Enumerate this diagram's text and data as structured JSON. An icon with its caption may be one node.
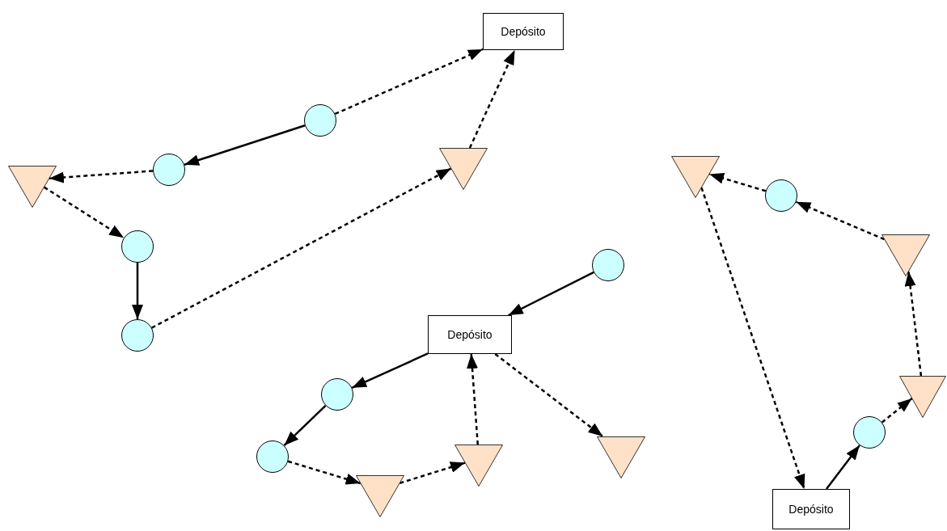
{
  "diagram": {
    "nodes": [
      {
        "text": [
          "Depósito"
        ]
      },
      {
        "text": [],
        "shape": "circle"
      },
      {
        "text": [],
        "shape": "circle"
      },
      {
        "text": [],
        "shape": "triangle"
      },
      {
        "text": [],
        "shape": "circle"
      },
      {
        "text": [],
        "shape": "circle"
      },
      {
        "text": [],
        "shape": "triangle"
      },
      {
        "text": [],
        "shape": "circle"
      },
      {
        "text": [
          "Depósito"
        ]
      },
      {
        "text": [],
        "shape": "circle"
      },
      {
        "text": [],
        "shape": "circle"
      },
      {
        "text": [],
        "shape": "triangle"
      },
      {
        "text": [],
        "shape": "triangle"
      },
      {
        "text": [],
        "shape": "triangle"
      },
      {
        "text": [],
        "shape": "triangle"
      },
      {
        "text": [],
        "shape": "circle"
      },
      {
        "text": [],
        "shape": "triangle"
      },
      {
        "text": [],
        "shape": "triangle"
      },
      {
        "text": [],
        "shape": "circle"
      },
      {
        "text": [
          "Depósito"
        ]
      }
    ],
    "edges": [
      {
        "from": 1,
        "to": 0,
        "arrow": "to",
        "style": "dashed"
      },
      {
        "from": 1,
        "to": 2,
        "arrow": "to"
      },
      {
        "from": 2,
        "to": 3,
        "arrow": "to",
        "style": "dashed"
      },
      {
        "from": 3,
        "to": 4,
        "arrow": "to",
        "style": "dashed"
      },
      {
        "from": 4,
        "to": 5,
        "arrow": "to"
      },
      {
        "from": 5,
        "to": 6,
        "arrow": "to",
        "style": "dashed"
      },
      {
        "from": 6,
        "to": 0,
        "arrow": "to",
        "style": "dashed"
      },
      {
        "from": 7,
        "to": 8,
        "arrow": "to"
      },
      {
        "from": 8,
        "to": 9,
        "arrow": "to"
      },
      {
        "from": 9,
        "to": 10,
        "arrow": "to"
      },
      {
        "from": 10,
        "to": 11,
        "arrow": "to",
        "style": "dashed"
      },
      {
        "from": 11,
        "to": 12,
        "arrow": "to",
        "style": "dashed"
      },
      {
        "from": 12,
        "to": 8,
        "arrow": "to",
        "style": "dashed"
      },
      {
        "from": 8,
        "to": 13,
        "arrow": "to",
        "style": "dashed"
      },
      {
        "from": 19,
        "to": 18,
        "arrow": "to"
      },
      {
        "from": 18,
        "to": 17,
        "arrow": "to",
        "style": "dashed"
      },
      {
        "from": 17,
        "to": 16,
        "arrow": "to",
        "style": "dashed"
      },
      {
        "from": 16,
        "to": 15,
        "arrow": "to",
        "style": "dashed"
      },
      {
        "from": 15,
        "to": 14,
        "arrow": "to",
        "style": "dashed"
      },
      {
        "from": 14,
        "to": 19,
        "arrow": "to",
        "style": "dashed"
      }
    ]
  }
}
